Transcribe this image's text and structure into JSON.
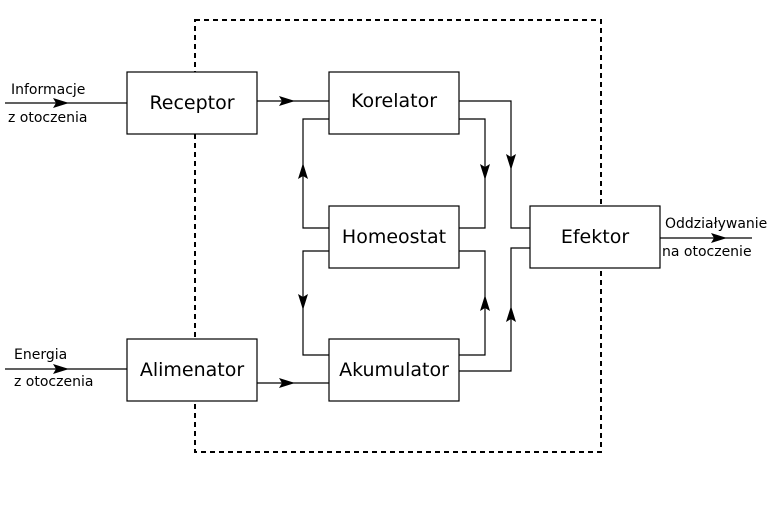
{
  "blocks": {
    "receptor": "Receptor",
    "alimenator": "Alimenator",
    "korelator": "Korelator",
    "homeostat": "Homeostat",
    "akumulator": "Akumulator",
    "efektor": "Efektor"
  },
  "inputs": {
    "information": [
      "Informacje",
      "z otoczenia"
    ],
    "energy": [
      "Energia",
      "z otoczenia"
    ]
  },
  "output": [
    "Oddziaływanie",
    "na otoczenie"
  ]
}
